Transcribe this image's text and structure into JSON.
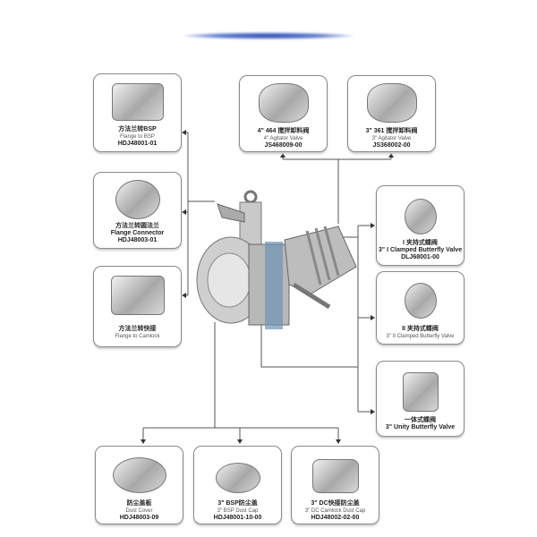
{
  "title_bar_color": "#2a4fb0",
  "items": [
    {
      "cn": "方法兰转BSP",
      "en": "Flange to BSP",
      "code": "HDJ48001-01"
    },
    {
      "cn": "方法兰转圆法兰",
      "en": "Flange Connector",
      "code": "HDJ48003-01"
    },
    {
      "cn": "方法兰转快接",
      "en": "Flange to Camlock",
      "code": ""
    },
    {
      "cn": "4\" 464 搅拌卸料阀",
      "en": "4\" Agitator Valve",
      "code": "JS468009-00"
    },
    {
      "cn": "3\" 361 搅拌卸料阀",
      "en": "3\" Agitator Valve",
      "code": "JS368002-00"
    },
    {
      "cn": "I 夹持式蝶阀",
      "en": "3\" I Clamped Butterfly Valve",
      "code": "DLJ68001-00"
    },
    {
      "cn": "II 夹持式蝶阀",
      "en": "3\" II Clamped Butterfly Valve",
      "code": ""
    },
    {
      "cn": "一体式蝶阀",
      "en": "3\" Unity Butterfly Valve",
      "code": ""
    },
    {
      "cn": "防尘盖板",
      "en": "Dust Cover",
      "code": "HDJ48003-09"
    },
    {
      "cn": "3\" BSP防尘盖",
      "en": "3\" BSP Dust Cap",
      "code": "HDJ48001-10-00"
    },
    {
      "cn": "3\" DC快接防尘盖",
      "en": "3\" DC Camlock Dust Cap",
      "code": "HDJ48002-02-00"
    }
  ]
}
